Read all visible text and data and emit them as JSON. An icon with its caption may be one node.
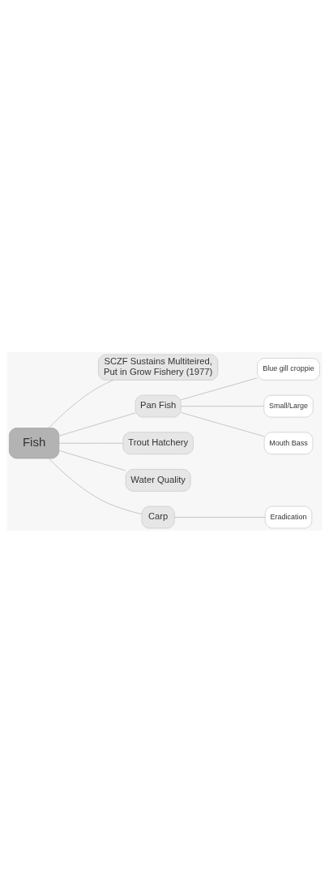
{
  "diagram": {
    "nodes": [
      {
        "text": [
          "Fish"
        ]
      },
      {
        "text": [
          "SCZF Sustains Multiteired, Put in Grow Fishery (1977)"
        ]
      },
      {
        "text": [
          "Pan Fish"
        ]
      },
      {
        "text": [
          "Blue gill croppie"
        ]
      },
      {
        "text": [
          "Small/Large"
        ]
      },
      {
        "text": [
          "Mouth Bass"
        ]
      },
      {
        "text": [
          "Trout Hatchery"
        ]
      },
      {
        "text": [
          "Water Quality"
        ]
      },
      {
        "text": [
          "Carp"
        ]
      },
      {
        "text": [
          "Eradication"
        ]
      }
    ],
    "edges": [
      {
        "from": 0,
        "to": 1,
        "arrow": "none"
      },
      {
        "from": 0,
        "to": 2,
        "arrow": "none"
      },
      {
        "from": 2,
        "to": 3,
        "arrow": "none"
      },
      {
        "from": 2,
        "to": 4,
        "arrow": "none"
      },
      {
        "from": 2,
        "to": 5,
        "arrow": "none"
      },
      {
        "from": 0,
        "to": 6,
        "arrow": "none"
      },
      {
        "from": 0,
        "to": 7,
        "arrow": "none"
      },
      {
        "from": 0,
        "to": 8,
        "arrow": "none"
      },
      {
        "from": 8,
        "to": 9,
        "arrow": "none"
      }
    ]
  }
}
